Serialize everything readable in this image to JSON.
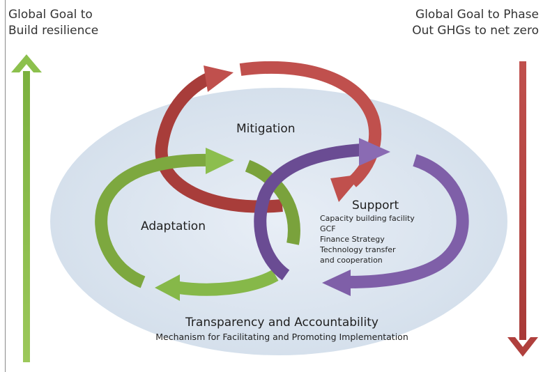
{
  "left_goal": {
    "line1": "Global Goal to",
    "line2": "Build resilience"
  },
  "right_goal": {
    "line1": "Global Goal to Phase",
    "line2": "Out GHGs to net zero"
  },
  "cycles": {
    "mitigation": "Mitigation",
    "adaptation": "Adaptation",
    "support": "Support"
  },
  "support_items": [
    "Capacity building facility",
    "GCF",
    "Finance Strategy",
    "Technology transfer",
    "and cooperation"
  ],
  "bottom": {
    "title": "Transparency and Accountability",
    "subtitle": "Mechanism for Facilitating and Promoting Implementation"
  },
  "colors": {
    "green": "#86b849",
    "red": "#c0504d",
    "purple": "#7f5fa8",
    "ellipse": "#dfe7f1"
  }
}
